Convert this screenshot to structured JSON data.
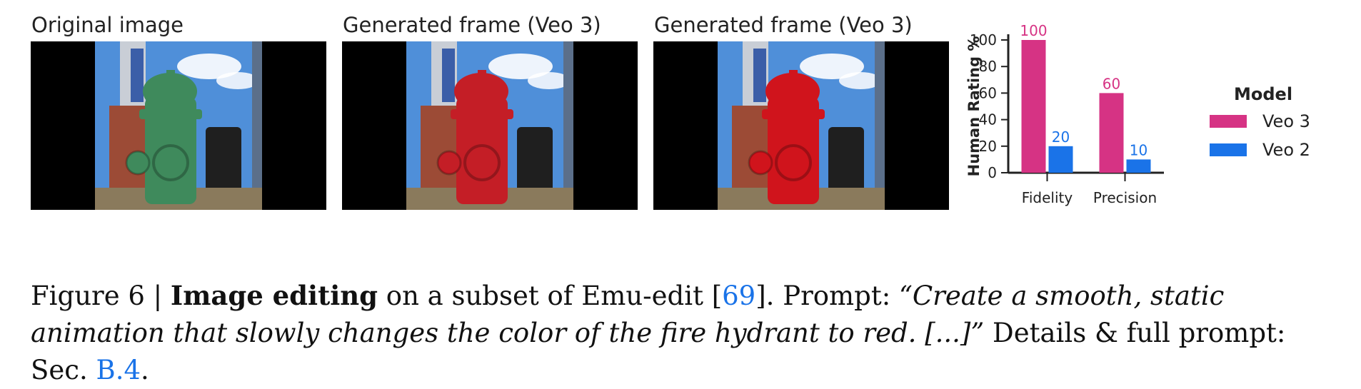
{
  "panels": [
    {
      "title": "Original image",
      "hydrant_color": "#3f8a5c"
    },
    {
      "title": "Generated frame (Veo 3)",
      "hydrant_color": "#c41e26"
    },
    {
      "title": "Generated frame (Veo 3)",
      "hydrant_color": "#d0141c"
    }
  ],
  "colors": {
    "veo3": "#d63384",
    "veo2": "#1a73e8",
    "axis": "#222222"
  },
  "chart_data": {
    "type": "bar",
    "categories": [
      "Fidelity",
      "Precision"
    ],
    "series": [
      {
        "name": "Veo 3",
        "values": [
          100,
          60
        ],
        "color": "#d63384"
      },
      {
        "name": "Veo 2",
        "values": [
          20,
          10
        ],
        "color": "#1a73e8"
      }
    ],
    "ylabel": "Human Rating %",
    "ylim": [
      0,
      100
    ],
    "yticks": [
      0,
      20,
      40,
      60,
      80,
      100
    ],
    "legend_title": "Model",
    "legend_position": "right"
  },
  "caption": {
    "prefix": "Figure 6 | ",
    "bold": "Image editing",
    "mid1": " on a subset of Emu-edit [",
    "ref": "69",
    "mid2": "]. Prompt: ",
    "italic": "“Create a smooth, static animation that slowly changes the color of the fire hydrant to red. [...]”",
    "mid3": " Details & full prompt: Sec. ",
    "section_link": "B.4",
    "suffix": "."
  }
}
